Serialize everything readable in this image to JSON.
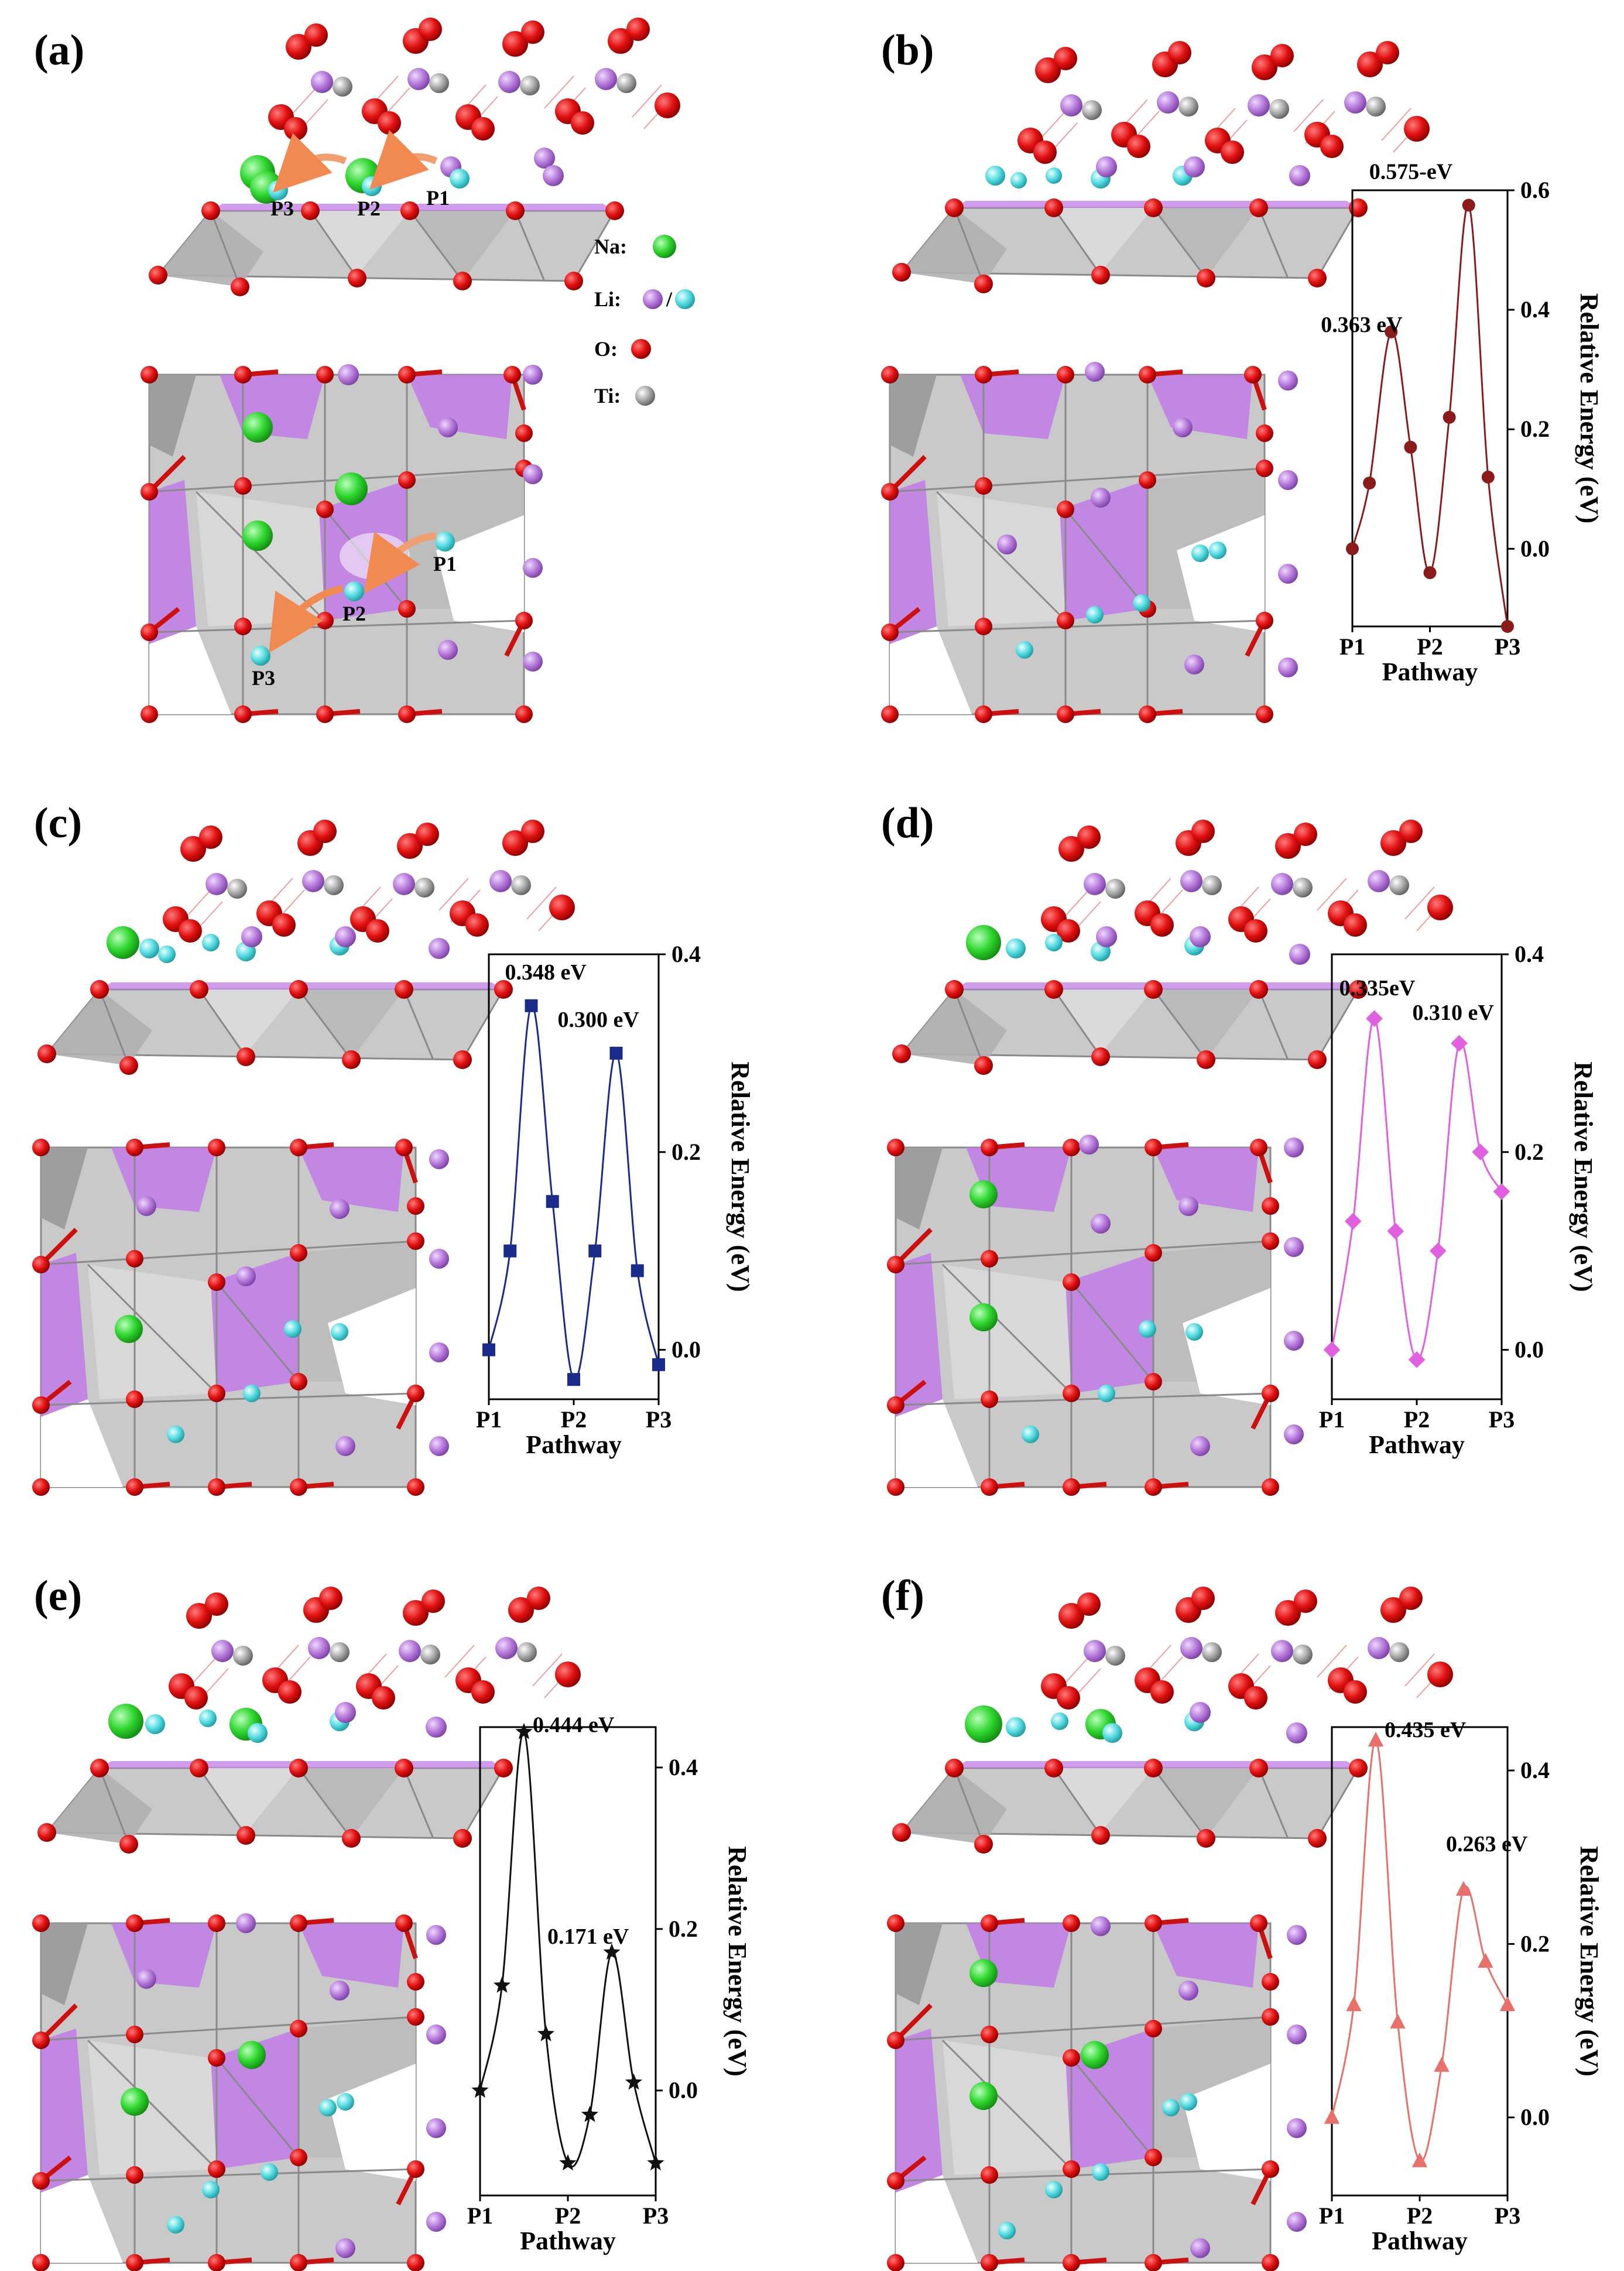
{
  "panels": [
    {
      "id": "a",
      "label": "(a)"
    },
    {
      "id": "b",
      "label": "(b)"
    },
    {
      "id": "c",
      "label": "(c)"
    },
    {
      "id": "d",
      "label": "(d)"
    },
    {
      "id": "e",
      "label": "(e)"
    },
    {
      "id": "f",
      "label": "(f)"
    }
  ],
  "legend": {
    "na": "Na:",
    "li": "Li:",
    "li_sep": "/",
    "o": "O:",
    "ti": "Ti:"
  },
  "sites": {
    "p1": "P1",
    "p2": "P2",
    "p3": "P3"
  },
  "colors": {
    "na": "#2fd62f",
    "li": "#b57ad9",
    "li_moving": "#55dbe0",
    "o": "#e01010",
    "ti": "#a8a8a8",
    "octa_grey": "#c9c9c9",
    "octa_purple": "#c07be6",
    "arrow": "#f0a070"
  },
  "chart_data": [
    {
      "panel": "b",
      "type": "line",
      "color": "#8b1a1a",
      "marker": "circle",
      "ylabel": "Relative Energy (eV)",
      "xlabel": "Pathway",
      "categories": [
        "P1",
        "P2",
        "P3"
      ],
      "x": [
        0,
        0.22,
        0.5,
        0.75,
        1,
        1.25,
        1.5,
        1.75,
        2
      ],
      "y": [
        0.0,
        0.11,
        0.363,
        0.17,
        -0.04,
        0.22,
        0.575,
        0.12,
        -0.13
      ],
      "ylim": [
        -0.13,
        0.6
      ],
      "yticks": [
        0.0,
        0.2,
        0.4,
        0.6
      ],
      "ytick_labels": [
        "0.0",
        "0.2",
        "0.4",
        "0.6"
      ],
      "annotations": [
        {
          "text": "0.363 eV",
          "x": 0.5,
          "y": 0.363
        },
        {
          "text": "0.575-eV",
          "x": 1.5,
          "y": 0.575
        }
      ]
    },
    {
      "panel": "c",
      "type": "line",
      "color": "#1a2b8b",
      "marker": "square",
      "ylabel": "Relative Energy (eV)",
      "xlabel": "Pathway",
      "categories": [
        "P1",
        "P2",
        "P3"
      ],
      "x": [
        0,
        0.25,
        0.5,
        0.75,
        1,
        1.25,
        1.5,
        1.75,
        2
      ],
      "y": [
        0.0,
        0.1,
        0.348,
        0.15,
        -0.03,
        0.1,
        0.3,
        0.08,
        -0.015
      ],
      "ylim": [
        -0.05,
        0.4
      ],
      "yticks": [
        0.0,
        0.2,
        0.4
      ],
      "ytick_labels": [
        "0.0",
        "0.2",
        "0.4"
      ],
      "annotations": [
        {
          "text": "0.348 eV",
          "x": 0.5,
          "y": 0.348
        },
        {
          "text": "0.300 eV",
          "x": 1.5,
          "y": 0.3
        }
      ]
    },
    {
      "panel": "d",
      "type": "line",
      "color": "#e060e0",
      "marker": "diamond",
      "ylabel": "Relative Energy (eV)",
      "xlabel": "Pathway",
      "categories": [
        "P1",
        "P2",
        "P3"
      ],
      "x": [
        0,
        0.25,
        0.5,
        0.75,
        1,
        1.25,
        1.5,
        1.75,
        2
      ],
      "y": [
        0.0,
        0.13,
        0.335,
        0.12,
        -0.01,
        0.1,
        0.31,
        0.2,
        0.16
      ],
      "ylim": [
        -0.05,
        0.4
      ],
      "yticks": [
        0.0,
        0.2,
        0.4
      ],
      "ytick_labels": [
        "0.0",
        "0.2",
        "0.4"
      ],
      "annotations": [
        {
          "text": "0.335eV",
          "x": 0.5,
          "y": 0.335
        },
        {
          "text": "0.310 eV",
          "x": 1.5,
          "y": 0.31
        }
      ]
    },
    {
      "panel": "e",
      "type": "line",
      "color": "#111111",
      "marker": "star",
      "ylabel": "Relative Energy (eV)",
      "xlabel": "Pathway",
      "categories": [
        "P1",
        "P2",
        "P3"
      ],
      "x": [
        0,
        0.25,
        0.5,
        0.75,
        1,
        1.25,
        1.5,
        1.75,
        2
      ],
      "y": [
        0.0,
        0.13,
        0.444,
        0.07,
        -0.09,
        -0.03,
        0.171,
        0.01,
        -0.09
      ],
      "ylim": [
        -0.13,
        0.45
      ],
      "yticks": [
        0.0,
        0.2,
        0.4
      ],
      "ytick_labels": [
        "0.0",
        "0.2",
        "0.4"
      ],
      "annotations": [
        {
          "text": "0.444 eV",
          "x": 0.5,
          "y": 0.444
        },
        {
          "text": "0.171 eV",
          "x": 1.5,
          "y": 0.171
        }
      ]
    },
    {
      "panel": "f",
      "type": "line",
      "color": "#e8706a",
      "marker": "triangle",
      "ylabel": "Relative Energy (eV)",
      "xlabel": "Pathway",
      "categories": [
        "P1",
        "P2",
        "P3"
      ],
      "x": [
        0,
        0.25,
        0.5,
        0.75,
        1,
        1.25,
        1.5,
        1.75,
        2
      ],
      "y": [
        0.0,
        0.13,
        0.435,
        0.11,
        -0.05,
        0.06,
        0.263,
        0.18,
        0.13
      ],
      "ylim": [
        -0.09,
        0.45
      ],
      "yticks": [
        0.0,
        0.2,
        0.4
      ],
      "ytick_labels": [
        "0.0",
        "0.2",
        "0.4"
      ],
      "annotations": [
        {
          "text": "0.435 eV",
          "x": 0.5,
          "y": 0.435
        },
        {
          "text": "0.263 eV",
          "x": 1.5,
          "y": 0.263
        }
      ]
    }
  ]
}
